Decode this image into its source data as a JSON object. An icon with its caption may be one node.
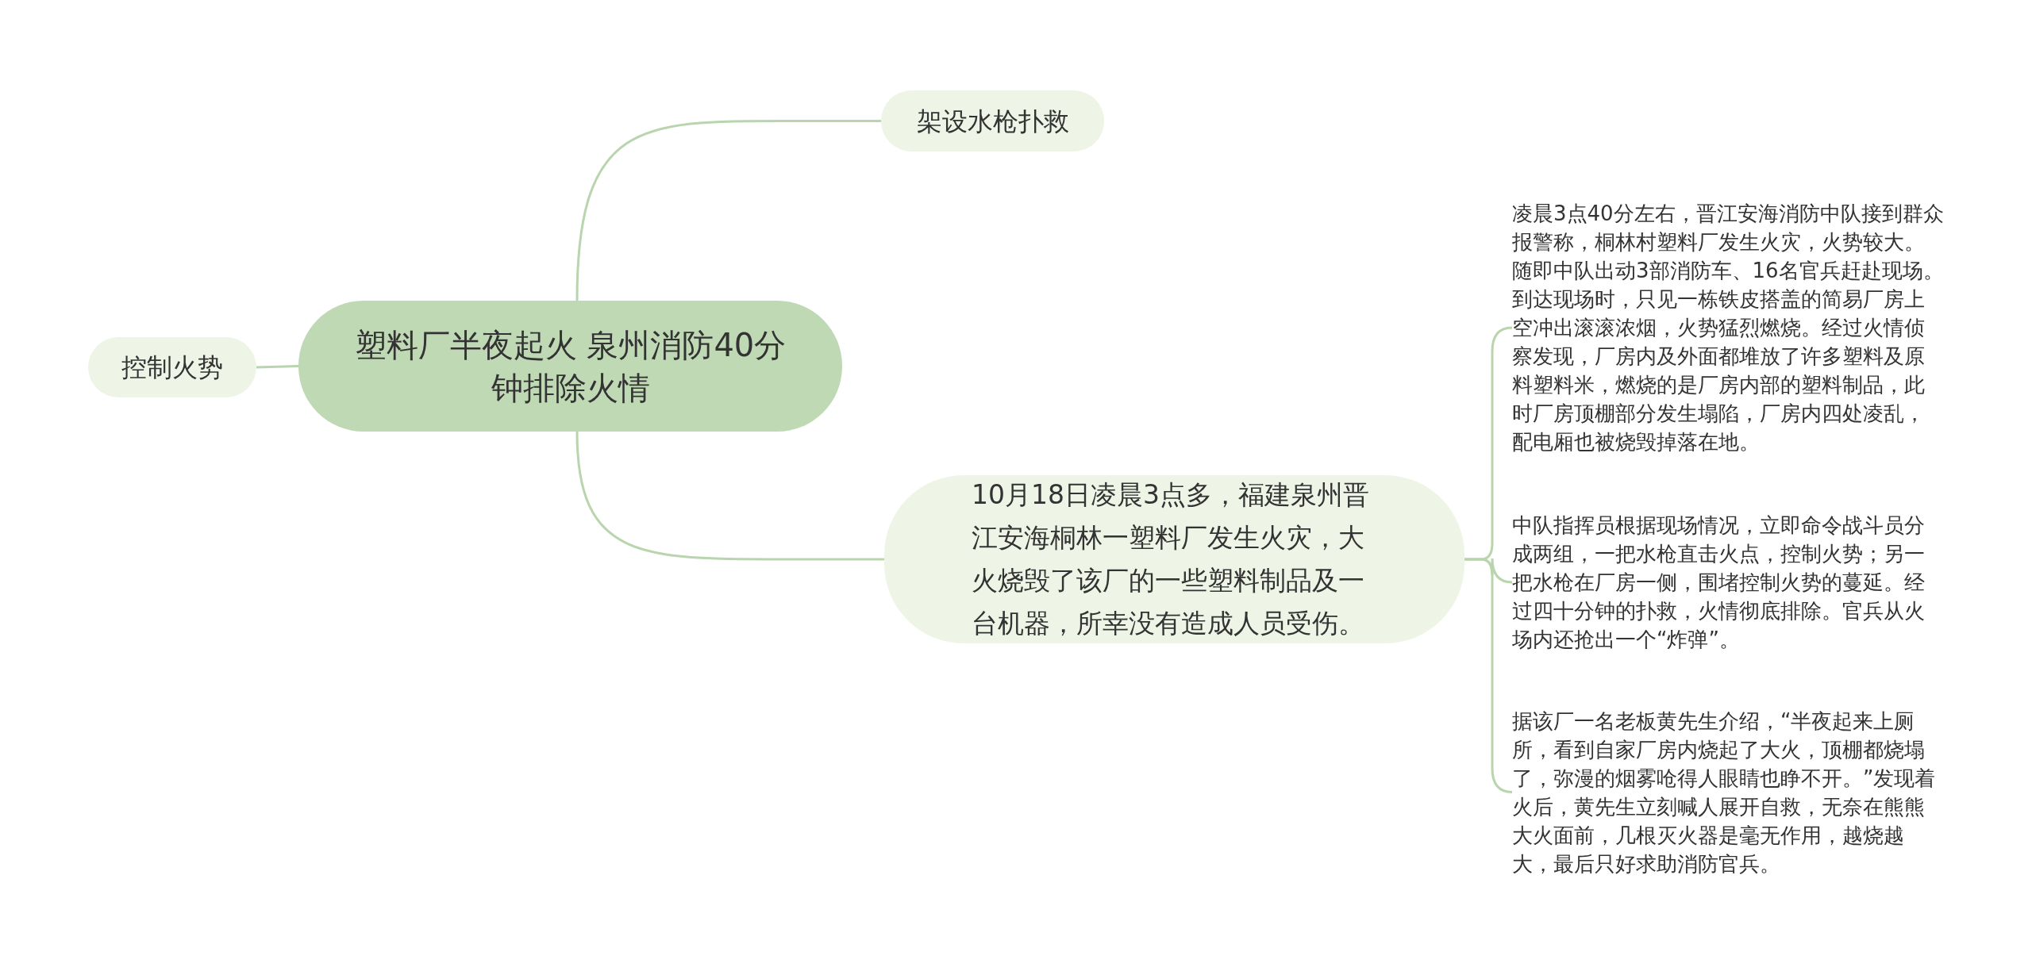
{
  "diagram": {
    "nodes": [
      {
        "text": [
          "塑料厂半夜起火 泉州消防40分钟排除火情"
        ]
      },
      {
        "text": [
          "架设水枪扑救"
        ]
      },
      {
        "text": [
          "控制火势"
        ]
      },
      {
        "text": [
          "10月18日凌晨3点多，福建泉州晋江安海桐林一塑料厂发生火灾，大火烧毁了该厂的一些塑料制品及一台机器，所幸没有造成人员受伤。"
        ]
      },
      {
        "text": [
          "凌晨3点40分左右，晋江安海消防中队接到群众报警称，桐林村塑料厂发生火灾，火势较大。随即中队出动3部消防车、16名官兵赶赴现场。到达现场时，只见一栋铁皮搭盖的简易厂房上空冲出滚滚浓烟，火势猛烈燃烧。经过火情侦察发现，厂房内及外面都堆放了许多塑料及原料塑料米，燃烧的是厂房内部的塑料制品，此时厂房顶棚部分发生塌陷，厂房内四处凌乱，配电厢也被烧毁掉落在地。"
        ]
      },
      {
        "text": [
          "中队指挥员根据现场情况，立即命令战斗员分成两组，一把水枪直击火点，控制火势；另一把水枪在厂房一侧，围堵控制火势的蔓延。经过四十分钟的扑救，火情彻底排除。官兵从火场内还抢出一个“炸弹”。"
        ]
      },
      {
        "text": [
          "据该厂一名老板黄先生介绍，“半夜起来上厕所，看到自家厂房内烧起了大火，顶棚都烧塌了，弥漫的烟雾呛得人眼睛也睁不开。”发现着火后，黄先生立刻喊人展开自救，无奈在熊熊大火面前，几根灭火器是毫无作用，越烧越大，最后只好求助消防官兵。"
        ]
      }
    ],
    "edges": [
      {
        "from": 0,
        "to": 1,
        "arrow": "none"
      },
      {
        "from": 0,
        "to": 2,
        "arrow": "none"
      },
      {
        "from": 0,
        "to": 3,
        "arrow": "none"
      },
      {
        "from": 3,
        "to": 4,
        "arrow": "none"
      },
      {
        "from": 3,
        "to": 5,
        "arrow": "none"
      },
      {
        "from": 3,
        "to": 6,
        "arrow": "none"
      }
    ]
  }
}
